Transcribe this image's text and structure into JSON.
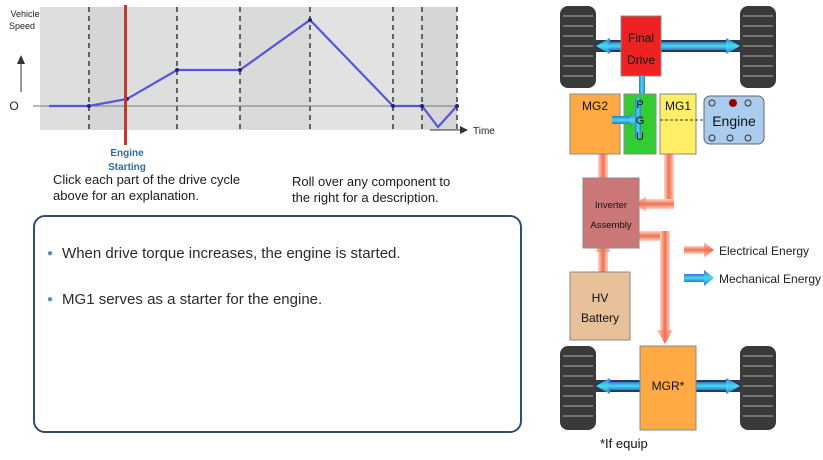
{
  "drive_cycle": {
    "y_axis_label_line1": "Vehicle",
    "y_axis_label_line2": "Speed",
    "origin_label": "O",
    "x_axis_label": "Time",
    "marker_label_line1": "Engine",
    "marker_label_line2": "Starting",
    "colors": {
      "line": "#5555dd",
      "marker": "#c0392b",
      "segment_bg": "#dedede",
      "label": "#2e6da4"
    }
  },
  "instructions": {
    "left_line1": "Click each part of the drive cycle",
    "left_line2": "above for an explanation.",
    "right_line1": "Roll over any component to",
    "right_line2": "the right for a description."
  },
  "info_box": {
    "bullets": [
      "When drive torque increases, the engine is started.",
      "MG1 serves as a starter for the engine."
    ]
  },
  "diagram": {
    "final_drive_line1": "Final",
    "final_drive_line2": "Drive",
    "mg2": "MG2",
    "pgu_p": "P",
    "pgu_g": "G",
    "pgu_u": "U",
    "mg1": "MG1",
    "engine": "Engine",
    "inverter_line1": "Inverter",
    "inverter_line2": "Assembly",
    "hv_line1": "HV",
    "hv_line2": "Battery",
    "mgr": "MGR*",
    "legend_electrical": "Electrical Energy",
    "legend_mechanical": "Mechanical Energy",
    "footnote": "*If equip",
    "colors": {
      "final_drive": "#ee2222",
      "mg2": "#ffaa44",
      "pgu": "#33cc33",
      "mg1": "#ffee66",
      "engine": "#aaccee",
      "inverter": "#cc7777",
      "hv_battery": "#e8c09a",
      "mgr": "#ffaa44"
    }
  }
}
